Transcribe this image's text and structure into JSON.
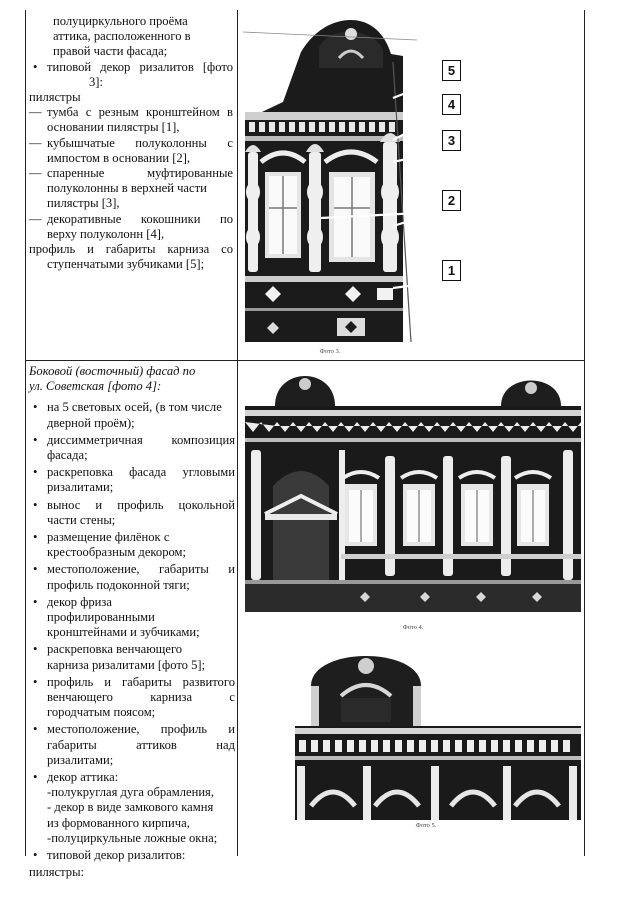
{
  "cell1": {
    "lines": [
      "полуциркульного проёма",
      "аттика, расположенного в",
      "правой части фасада;",
      "типовой декор ризалитов [фото",
      "3]:",
      "пилястры",
      "тумба с резным кронштейном в",
      "основании пилястры [1],",
      "кубышчатые полуколонны с",
      "импостом в основании [2],",
      "спаренные муфтированные",
      "полуколонны в верхней части",
      "пилястры [3],",
      "декоративные кокошники по",
      "верху полуколонн [4],",
      "профиль и габариты карниза со",
      "ступенчатыми зубчиками [5];"
    ],
    "bullet": "•",
    "dash": "—"
  },
  "photo3": {
    "caption": "Фото 3.",
    "labels": [
      "1",
      "2",
      "3",
      "4",
      "5"
    ]
  },
  "cell2": {
    "heading": [
      "Боковой (восточный) фасад по",
      "ул. Советская [фото 4]:"
    ],
    "bullets": [
      [
        "на 5 световых осей, (в том числе",
        "дверной проём);"
      ],
      [
        "диссимметричная композиция",
        "фасада;"
      ],
      [
        "раскреповка фасада угловыми",
        "ризалитами;"
      ],
      [
        "вынос и профиль цокольной",
        "части стены;"
      ],
      [
        "размещение филёнок с",
        "крестообразным декором;"
      ],
      [
        "местоположение, габариты и",
        "профиль подоконной тяги;"
      ],
      [
        "декор фриза",
        "профилированными",
        "кронштейнами и зубчиками;"
      ],
      [
        "раскреповка венчающего",
        "карниза ризалитами [фото 5];"
      ],
      [
        "профиль и габариты развитого",
        "венчающего карниза с",
        "городчатым поясом;"
      ],
      [
        "местоположение, профиль и",
        "габариты аттиков над",
        "ризалитами;"
      ],
      [
        "декор аттика:",
        "-полукруглая дуга обрамления,",
        "- декор в виде замкового камня",
        "из формованного кирпича,",
        "-полуциркульные ложные окна;"
      ],
      [
        "типовой декор ризалитов:"
      ]
    ],
    "last_line": "пилястры:",
    "bullet": "•"
  },
  "photo4": {
    "caption": "Фото 4."
  },
  "photo5": {
    "caption": "Фото 5."
  }
}
